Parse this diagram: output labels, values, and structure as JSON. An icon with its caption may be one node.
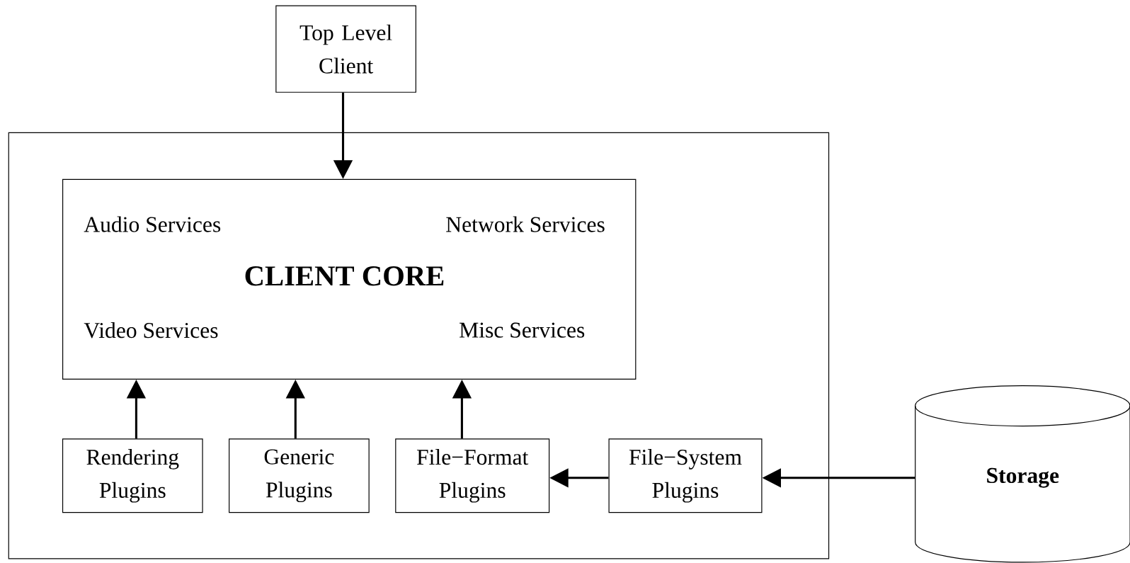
{
  "diagram": {
    "nodes": [
      {
        "text": [
          "Top Level Client"
        ]
      },
      {
        "text": [],
        "shape": "box"
      },
      {
        "text": [
          "Audio Services",
          "Network Services",
          "CLIENT CORE",
          "Video Services",
          "Misc Services"
        ],
        "in": 1
      },
      {
        "text": [
          "Rendering Plugins"
        ],
        "in": 1
      },
      {
        "text": [
          "Generic Plugins"
        ],
        "in": 1
      },
      {
        "text": [
          "File−Format Plugins"
        ],
        "in": 1
      },
      {
        "text": [
          "File−System Plugins"
        ],
        "in": 1
      },
      {
        "text": [
          "Storage"
        ]
      }
    ],
    "edges": [
      {
        "from": 0,
        "to": 2,
        "arrow": "to"
      },
      {
        "from": 3,
        "to": 2,
        "arrow": "to"
      },
      {
        "from": 4,
        "to": 2,
        "arrow": "to"
      },
      {
        "from": 5,
        "to": 2,
        "arrow": "to"
      },
      {
        "from": 6,
        "to": 5,
        "arrow": "to"
      },
      {
        "from": 7,
        "to": 6,
        "arrow": "to"
      }
    ]
  }
}
